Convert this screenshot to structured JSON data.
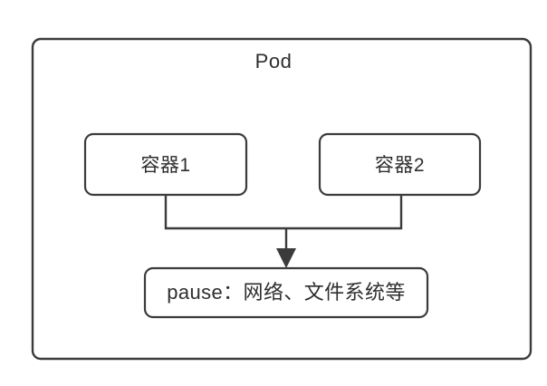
{
  "diagram": {
    "title": "Pod",
    "background_color": "#ffffff",
    "stroke_color": "#3b3b3b",
    "fill_color": "#ffffff",
    "outer_box": {
      "label": "Pod",
      "name": "pod-boundary"
    },
    "nodes": [
      {
        "id": "container-1",
        "label": "容器1",
        "shape": "rounded-rect"
      },
      {
        "id": "container-2",
        "label": "容器2",
        "shape": "rounded-rect"
      },
      {
        "id": "pause-container",
        "label": "pause：网络、文件系统等",
        "shape": "rounded-rect"
      }
    ],
    "edges": [
      {
        "id": "edge-containers-to-pause",
        "from": [
          "container-1",
          "container-2"
        ],
        "to": "pause-container",
        "style": "orthogonal-merge",
        "arrowhead": "solid-triangle"
      }
    ]
  }
}
